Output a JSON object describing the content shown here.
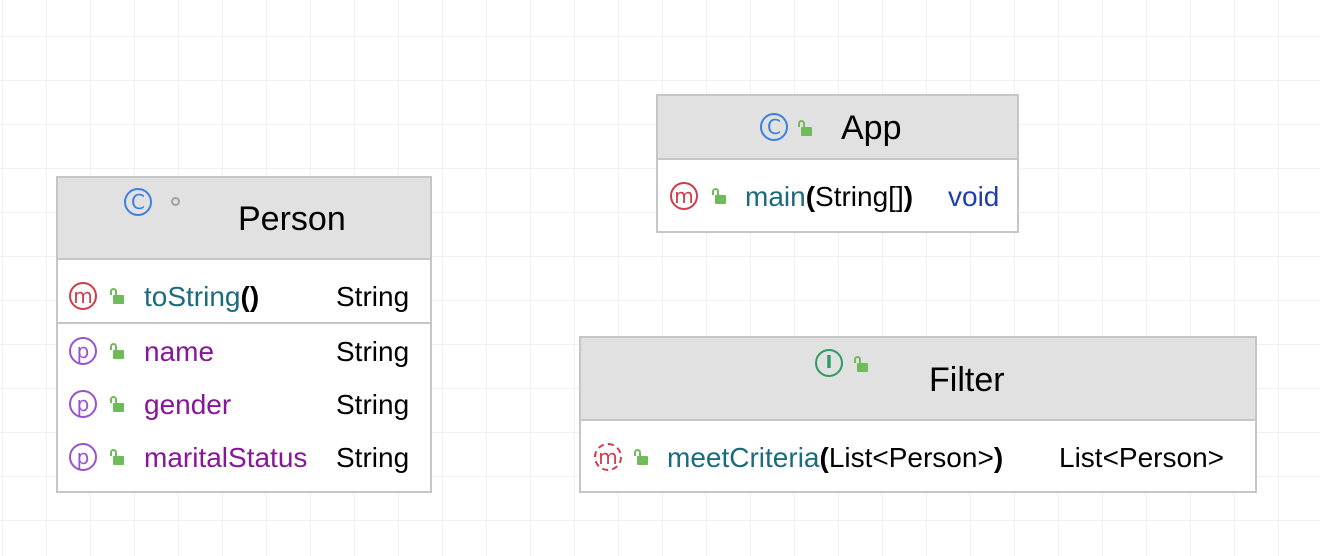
{
  "diagram": {
    "classes": [
      {
        "id": "person",
        "kind_icon": "class-icon",
        "kind_letter": "C",
        "visibility_icon": "package-private-dot-icon",
        "name": "Person",
        "methods": [
          {
            "kind_icon": "method-icon",
            "kind_letter": "m",
            "visibility_icon": "public-lock-icon",
            "name": "toString",
            "params": "()",
            "type": "String"
          }
        ],
        "properties": [
          {
            "kind_icon": "property-icon",
            "kind_letter": "p",
            "visibility_icon": "public-lock-icon",
            "name": "name",
            "type": "String"
          },
          {
            "kind_icon": "property-icon",
            "kind_letter": "p",
            "visibility_icon": "public-lock-icon",
            "name": "gender",
            "type": "String"
          },
          {
            "kind_icon": "property-icon",
            "kind_letter": "p",
            "visibility_icon": "public-lock-icon",
            "name": "maritalStatus",
            "type": "String"
          }
        ]
      },
      {
        "id": "app",
        "kind_icon": "class-icon",
        "kind_letter": "C",
        "visibility_icon": "public-lock-icon",
        "name": "App",
        "methods": [
          {
            "kind_icon": "method-icon",
            "kind_letter": "m",
            "visibility_icon": "public-lock-icon",
            "name": "main",
            "params_open": "(",
            "params_inner": "String[]",
            "params_close": ")",
            "type": "void"
          }
        ]
      },
      {
        "id": "filter",
        "kind_icon": "interface-icon",
        "kind_letter": "I",
        "visibility_icon": "public-lock-icon",
        "name": "Filter",
        "methods": [
          {
            "kind_icon": "abstract-method-icon",
            "kind_letter": "m",
            "visibility_icon": "public-lock-icon",
            "name": "meetCriteria",
            "params_open": "(",
            "params_inner": "List<Person>",
            "params_close": ")",
            "type": "List<Person>"
          }
        ]
      }
    ]
  },
  "colors": {
    "class_kind": "#3d7fe0",
    "interface_kind": "#2e9b62",
    "method_kind": "#d23b4b",
    "property_kind": "#9a52cf",
    "public_lock": "#6fbb5a",
    "method_name": "#1b6b7d",
    "property_name": "#87169a",
    "keyword_type": "#1f3fb0",
    "header_bg": "#e1e1e1",
    "border": "#c6c6c6"
  }
}
